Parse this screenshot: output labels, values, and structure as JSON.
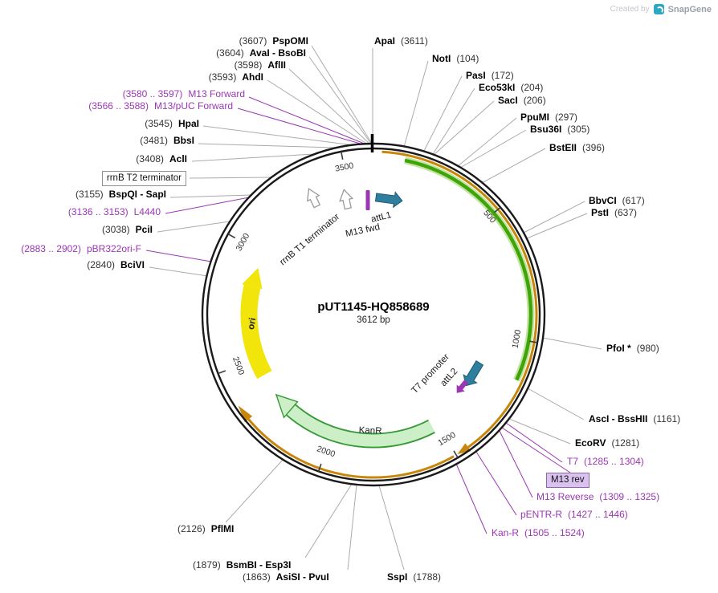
{
  "watermark": {
    "created_by": "Created by",
    "brand": "SnapGene"
  },
  "plasmid": {
    "name": "pUT1145-HQ858689",
    "size": "3612 bp"
  },
  "ticks": [
    "500",
    "1000",
    "1500",
    "2000",
    "2500",
    "3000",
    "3500"
  ],
  "enzymes_left": [
    {
      "pos": "(3607)",
      "name": "PspOMI"
    },
    {
      "pos": "(3604)",
      "name": "AvaI - BsoBI"
    },
    {
      "pos": "(3598)",
      "name": "AflII"
    },
    {
      "pos": "(3593)",
      "name": "AhdI"
    },
    {
      "pos": "(3545)",
      "name": "HpaI"
    },
    {
      "pos": "(3481)",
      "name": "BbsI"
    },
    {
      "pos": "(3408)",
      "name": "AclI"
    },
    {
      "pos": "(3155)",
      "name": "BspQI - SapI"
    },
    {
      "pos": "(3038)",
      "name": "PciI"
    },
    {
      "pos": "(2840)",
      "name": "BciVI"
    }
  ],
  "primers_left": [
    {
      "pos": "(3580 .. 3597)",
      "name": "M13 Forward"
    },
    {
      "pos": "(3566 .. 3588)",
      "name": "M13/pUC Forward"
    },
    {
      "pos": "(3136 .. 3153)",
      "name": "L4440"
    },
    {
      "pos": "(2883 .. 2902)",
      "name": "pBR322ori-F"
    }
  ],
  "enzymes_right": [
    {
      "name": "ApaI",
      "pos": "(3611)"
    },
    {
      "name": "NotI",
      "pos": "(104)"
    },
    {
      "name": "PasI",
      "pos": "(172)"
    },
    {
      "name": "Eco53kI",
      "pos": "(204)"
    },
    {
      "name": "SacI",
      "pos": "(206)"
    },
    {
      "name": "PpuMI",
      "pos": "(297)"
    },
    {
      "name": "Bsu36I",
      "pos": "(305)"
    },
    {
      "name": "BstEII",
      "pos": "(396)"
    },
    {
      "name": "BbvCI",
      "pos": "(617)"
    },
    {
      "name": "PstI",
      "pos": "(637)"
    },
    {
      "name": "PfoI *",
      "pos": "(980)"
    },
    {
      "name": "AscI - BssHII",
      "pos": "(1161)"
    },
    {
      "name": "EcoRV",
      "pos": "(1281)"
    }
  ],
  "primers_right": [
    {
      "name": "T7",
      "pos": "(1285 .. 1304)"
    },
    {
      "name": "M13 Reverse",
      "pos": "(1309 .. 1325)"
    },
    {
      "name": "pENTR-R",
      "pos": "(1427 .. 1446)"
    },
    {
      "name": "Kan-R",
      "pos": "(1505 .. 1524)"
    }
  ],
  "enzymes_bottom": [
    {
      "pos": "(2126)",
      "name": "PflMI"
    },
    {
      "pos": "(1879)",
      "name": "BsmBI - Esp3I"
    },
    {
      "pos": "(1863)",
      "name": "AsiSI - PvuI"
    },
    {
      "name": "SspI",
      "pos": "(1788)"
    }
  ],
  "boxed": {
    "t2_terminator": "rrnB T2 terminator",
    "m13_rev": "M13 rev"
  },
  "features": {
    "ori": "ori",
    "kanr": "KanR",
    "t1_terminator": "rrnB T1 terminator",
    "m13_fwd": "M13 fwd",
    "attl1": "attL1",
    "attl2": "attL2",
    "t7_promoter": "T7 promoter"
  },
  "colors": {
    "accent_purple": "#9C36B5",
    "insert_green": "#3DA50A",
    "kanr_fill": "#CDEFC8",
    "kanr_stroke": "#379A37",
    "ori_yellow": "#F2E50C",
    "misc_orange": "#C8860B",
    "att_teal": "#2F7E9D"
  }
}
